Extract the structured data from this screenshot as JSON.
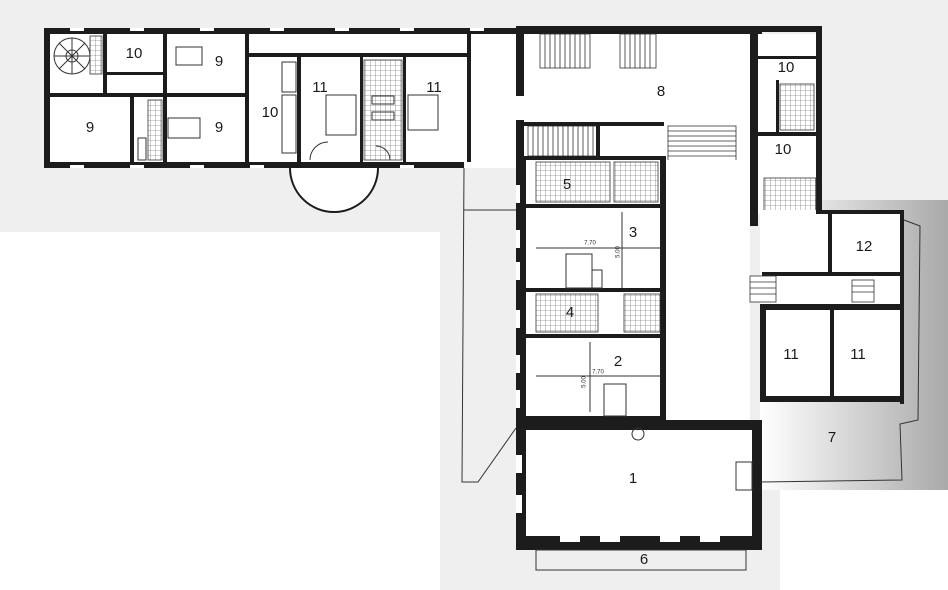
{
  "rooms": [
    {
      "id": "r10a",
      "label": "10"
    },
    {
      "id": "r9a",
      "label": "9"
    },
    {
      "id": "r9b",
      "label": "9"
    },
    {
      "id": "r9c",
      "label": "9"
    },
    {
      "id": "r10b",
      "label": "10"
    },
    {
      "id": "r11a",
      "label": "11"
    },
    {
      "id": "r11b",
      "label": "11"
    },
    {
      "id": "r8",
      "label": "8"
    },
    {
      "id": "r10c",
      "label": "10"
    },
    {
      "id": "r10d",
      "label": "10"
    },
    {
      "id": "r5",
      "label": "5"
    },
    {
      "id": "r3",
      "label": "3"
    },
    {
      "id": "r12",
      "label": "12"
    },
    {
      "id": "r4",
      "label": "4"
    },
    {
      "id": "r2",
      "label": "2"
    },
    {
      "id": "r11c",
      "label": "11"
    },
    {
      "id": "r11d",
      "label": "11"
    },
    {
      "id": "r7",
      "label": "7"
    },
    {
      "id": "r1",
      "label": "1"
    },
    {
      "id": "r6",
      "label": "6"
    }
  ],
  "dimensions": {
    "room3_width": "7.70",
    "room3_depth": "5.00",
    "room2_width": "7.70",
    "room2_depth": "5.00"
  }
}
